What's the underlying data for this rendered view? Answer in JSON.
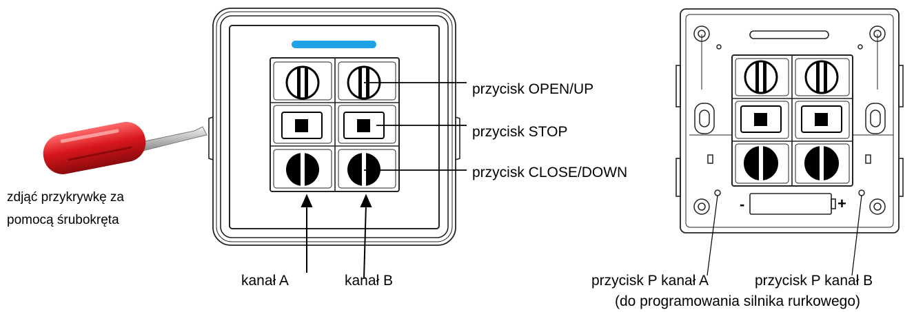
{
  "labels": {
    "open_up": "przycisk OPEN/UP",
    "stop": "przycisk STOP",
    "close_down": "przycisk CLOSE/DOWN",
    "screwdriver_line1": "zdjąć przykrywkę za",
    "screwdriver_line2": "pomocą śrubokręta",
    "channel_a": "kanał A",
    "channel_b": "kanał B",
    "p_channel_a": "przycisk P kanał A",
    "p_channel_b": "przycisk P kanał B",
    "programming_note": "(do programowania silnika rurkowego)",
    "battery_minus": "-",
    "battery_plus": "+"
  },
  "colors": {
    "led": "#1fa3e6",
    "screwdriver_handle": "#d8171c",
    "outline": "#222222"
  },
  "icons": {
    "open_up": "open-up-icon",
    "stop": "stop-icon",
    "close_down": "close-down-icon"
  }
}
